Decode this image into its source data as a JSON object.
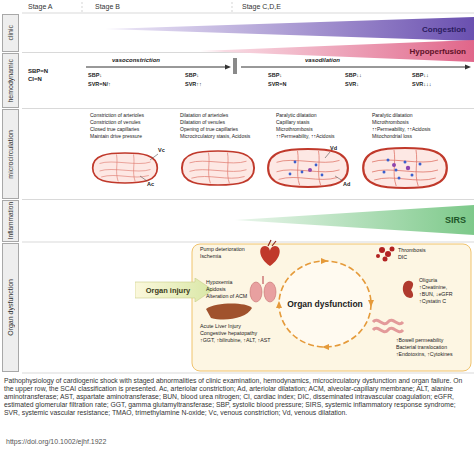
{
  "diagram": {
    "caption": "Pathophysiology of cardiogenic shock with staged abnormalities of clinic examination, hemodynamics, microcirculatory dysfunction and organ failure. On the upper row, the SCAI classification is presented. Ac, arteriolar constriction; Ad, arteriolar dilatation; ACM, alveolar-capillary membrane; ALT, alanine aminotransferase; AST, aspartate aminotransferase; BUN, blood urea nitrogen; CI, cardiac index; DIC, disseminated intravascular coagulation; eGFR, estimated glomerular filtration rate; GGT, gamma glutamyltransferase; SBP, systolic blood pressure; SIRS, systemic inflammatory response syndrome; SVR, systemic vascular resistance; TMAO, trimethylamine N-oxide; Vc, venous constriction; Vd, venous dilatation.",
    "nodes": [
      {
        "text": [
          "clinic"
        ]
      },
      {
        "text": [
          "Congestion"
        ]
      },
      {
        "text": [
          "Hypoperfusion"
        ]
      },
      {
        "text": [
          "hemodynamic"
        ]
      },
      {
        "text": [
          "microcirculation"
        ]
      },
      {
        "text": [
          "Inflammation"
        ]
      },
      {
        "text": [
          "SIRS"
        ]
      },
      {
        "text": [
          "Organ dysfunction"
        ]
      },
      {
        "text": [
          "Organ injury"
        ]
      },
      {
        "text": [
          "Organ dysfunction"
        ]
      }
    ],
    "labels": [
      "Stage A",
      "Stage B",
      "Stage C,D,E",
      "SBP=N",
      "CI=N",
      "vasoconstriction",
      "vasodilation",
      "SBP↓",
      "SVR=N/↑",
      "SBP↓",
      "SVR↑↑",
      "SBP↓",
      "SVR=N",
      "SBP↓↓",
      "SVR↓",
      "SBP↓↓",
      "SVR↓↓↓",
      "Constriction of arterioles",
      "Constriction of venules",
      "Closed true capillaries",
      "Maintain drive pressure",
      "Dilatation of arterioles",
      "Dilatation of venules",
      "Opening of true capillaries",
      "Microcirculatory stasis, Acidosis",
      "Paralytic dilatation",
      "Capillary stasis",
      "Microthrombosis",
      "↑↑Permeability, ↑↑Acidosis",
      "Paralytic dilatation",
      "Microthrombosis",
      "↑↑Permeability, ↑↑Acidosis",
      "Mitochondrial loss",
      "Vc",
      "Ac",
      "Vd",
      "Ad",
      "Pump deterioration",
      "Ischemia",
      "Hypoxemia",
      "Acidosis",
      "Alteration of ACM",
      "Acute Liver Injury",
      "Congestive hepatopathy",
      "↑GGT, ↑bilirubine, ↑ALT, ↑AST",
      "Thrombosis",
      "DIC",
      "Oliguria",
      "↑Creatinine,",
      "↑BUN, ↓eGFR",
      "↑Cystatin C",
      "↑Bowell permeability",
      "Bacterial translocation",
      "↑Endotoxins, ↑Cytokines",
      "https://doi.org/10.1002/ejhf.1922"
    ]
  }
}
